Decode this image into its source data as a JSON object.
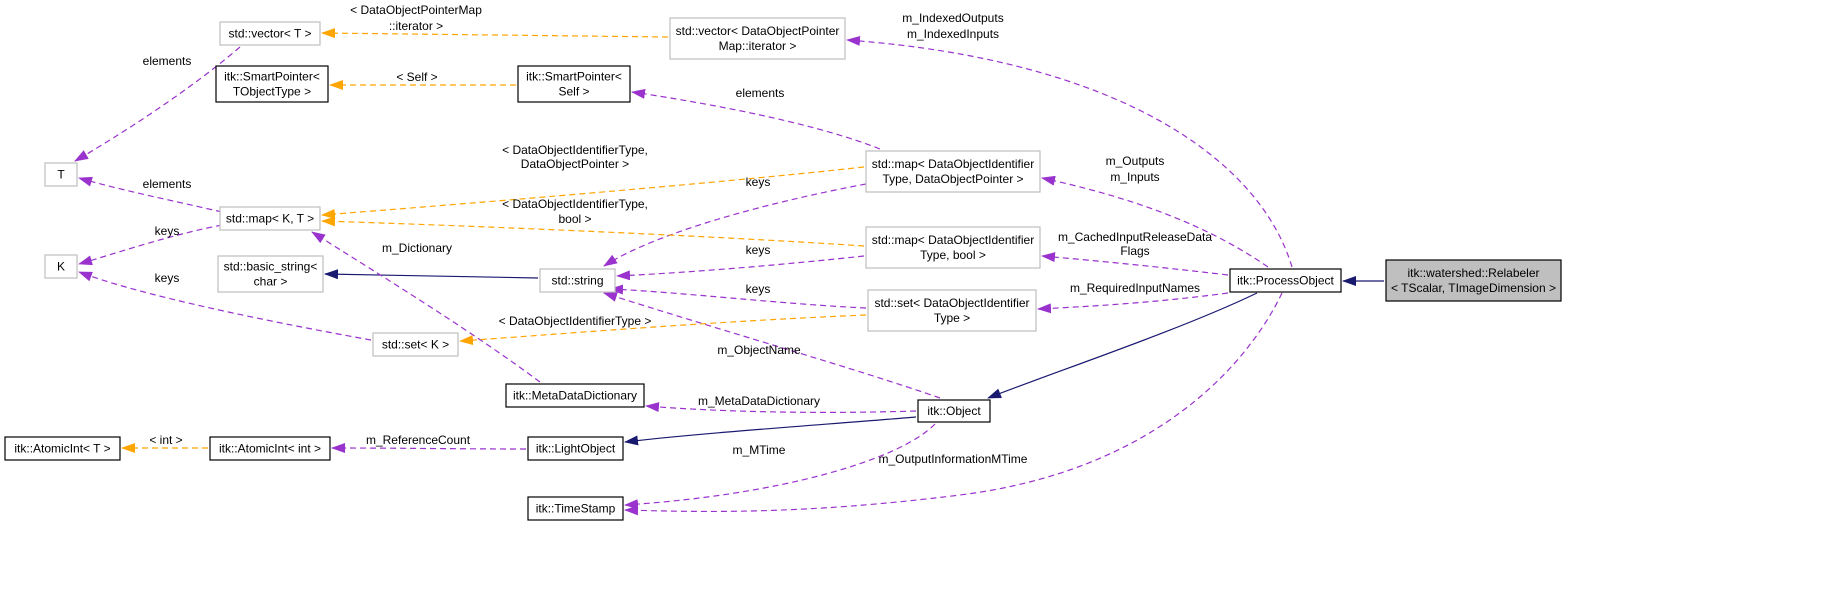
{
  "diagram": {
    "nodes": [
      {
        "id": "relabeler",
        "lines": [
          "itk::watershed::Relabeler",
          "< TScalar, TImageDimension >"
        ],
        "style": "focus"
      },
      {
        "id": "process-object",
        "lines": [
          "itk::ProcessObject"
        ],
        "style": "solid"
      },
      {
        "id": "object",
        "lines": [
          "itk::Object"
        ],
        "style": "solid"
      },
      {
        "id": "light-object",
        "lines": [
          "itk::LightObject"
        ],
        "style": "solid"
      },
      {
        "id": "metadata-dictionary",
        "lines": [
          "itk::MetaDataDictionary"
        ],
        "style": "solid"
      },
      {
        "id": "timestamp",
        "lines": [
          "itk::TimeStamp"
        ],
        "style": "solid"
      },
      {
        "id": "atomicint-int",
        "lines": [
          "itk::AtomicInt< int >"
        ],
        "style": "solid"
      },
      {
        "id": "atomicint-t",
        "lines": [
          "itk::AtomicInt< T >"
        ],
        "style": "solid"
      },
      {
        "id": "smartpointer-self",
        "lines": [
          "itk::SmartPointer<",
          "Self >"
        ],
        "style": "solid"
      },
      {
        "id": "smartpointer-t",
        "lines": [
          "itk::SmartPointer<",
          "TObjectType >"
        ],
        "style": "solid"
      },
      {
        "id": "vector-iterator",
        "lines": [
          "std::vector< DataObjectPointer",
          "Map::iterator >"
        ],
        "style": "gray"
      },
      {
        "id": "vector-t",
        "lines": [
          "std::vector< T >"
        ],
        "style": "gray"
      },
      {
        "id": "t",
        "lines": [
          "T"
        ],
        "style": "gray"
      },
      {
        "id": "k",
        "lines": [
          "K"
        ],
        "style": "gray"
      },
      {
        "id": "map-kt",
        "lines": [
          "std::map< K, T >"
        ],
        "style": "gray"
      },
      {
        "id": "basic-string",
        "lines": [
          "std::basic_string<",
          "char >"
        ],
        "style": "gray"
      },
      {
        "id": "string",
        "lines": [
          "std::string"
        ],
        "style": "gray"
      },
      {
        "id": "set-k",
        "lines": [
          "std::set< K >"
        ],
        "style": "gray"
      },
      {
        "id": "map-pointer",
        "lines": [
          "std::map< DataObjectIdentifier",
          "Type, DataObjectPointer >"
        ],
        "style": "gray"
      },
      {
        "id": "map-bool",
        "lines": [
          "std::map< DataObjectIdentifier",
          "Type, bool >"
        ],
        "style": "gray"
      },
      {
        "id": "set-identifier",
        "lines": [
          "std::set< DataObjectIdentifier",
          "Type >"
        ],
        "style": "gray"
      }
    ],
    "edges": [
      {
        "id": "e-po-relabeler",
        "kind": "inheritance",
        "labels": []
      },
      {
        "id": "e-object-po",
        "kind": "inheritance",
        "labels": []
      },
      {
        "id": "e-lo-object",
        "kind": "inheritance",
        "labels": []
      },
      {
        "id": "e-string-basic",
        "kind": "inheritance",
        "labels": []
      },
      {
        "id": "e-po-vector-iterator",
        "kind": "usage",
        "labels": [
          "m_IndexedOutputs",
          "m_IndexedInputs"
        ]
      },
      {
        "id": "e-po-map-pointer",
        "kind": "usage",
        "labels": [
          "m_Outputs",
          "m_Inputs"
        ]
      },
      {
        "id": "e-po-map-bool",
        "kind": "usage",
        "labels": [
          "m_CachedInputReleaseData",
          "Flags"
        ]
      },
      {
        "id": "e-po-set-identifier",
        "kind": "usage",
        "labels": [
          "m_RequiredInputNames"
        ]
      },
      {
        "id": "e-po-timestamp",
        "kind": "usage",
        "labels": [
          "m_OutputInformationMTime"
        ]
      },
      {
        "id": "e-object-string",
        "kind": "usage",
        "labels": [
          "m_ObjectName"
        ]
      },
      {
        "id": "e-object-metadata",
        "kind": "usage",
        "labels": [
          "m_MetaDataDictionary"
        ]
      },
      {
        "id": "e-object-timestamp",
        "kind": "usage",
        "labels": [
          "m_MTime"
        ]
      },
      {
        "id": "e-lo-atomicint",
        "kind": "usage",
        "labels": [
          "m_ReferenceCount"
        ]
      },
      {
        "id": "e-map-pointer-smartpointer",
        "kind": "usage",
        "labels": [
          "elements"
        ]
      },
      {
        "id": "e-map-pointer-string",
        "kind": "usage",
        "labels": [
          "keys"
        ]
      },
      {
        "id": "e-map-bool-string",
        "kind": "usage",
        "labels": [
          "keys"
        ]
      },
      {
        "id": "e-set-identifier-string",
        "kind": "usage",
        "labels": [
          "keys"
        ]
      },
      {
        "id": "e-metadata-map-kt",
        "kind": "usage",
        "labels": [
          "m_Dictionary"
        ]
      },
      {
        "id": "e-vector-t-t",
        "kind": "usage",
        "labels": [
          "elements"
        ]
      },
      {
        "id": "e-map-kt-t",
        "kind": "usage",
        "labels": [
          "elements"
        ]
      },
      {
        "id": "e-map-kt-k",
        "kind": "usage",
        "labels": [
          "keys"
        ]
      },
      {
        "id": "e-set-k-k",
        "kind": "usage",
        "labels": [
          "keys"
        ]
      },
      {
        "id": "e-vector-iterator-vector-t",
        "kind": "template",
        "labels": [
          "< DataObjectPointerMap",
          "::iterator >"
        ]
      },
      {
        "id": "e-smartpointer-self-t",
        "kind": "template",
        "labels": [
          "< Self >"
        ]
      },
      {
        "id": "e-map-pointer-map-kt",
        "kind": "template",
        "labels": [
          "< DataObjectIdentifierType,",
          "DataObjectPointer >"
        ]
      },
      {
        "id": "e-map-bool-map-kt",
        "kind": "template",
        "labels": [
          "< DataObjectIdentifierType,",
          "bool >"
        ]
      },
      {
        "id": "e-set-identifier-set-k",
        "kind": "template",
        "labels": [
          "< DataObjectIdentifierType >"
        ]
      },
      {
        "id": "e-atomicint-int-t",
        "kind": "template",
        "labels": [
          "< int >"
        ]
      }
    ],
    "colors": {
      "inheritance": "#191970",
      "usage": "#9a32cd",
      "template": "#ffa500",
      "solid_border": "#000000",
      "gray_border": "#bfbfbf",
      "focus_fill": "#bfbfbf",
      "box_fill": "#ffffff"
    }
  }
}
